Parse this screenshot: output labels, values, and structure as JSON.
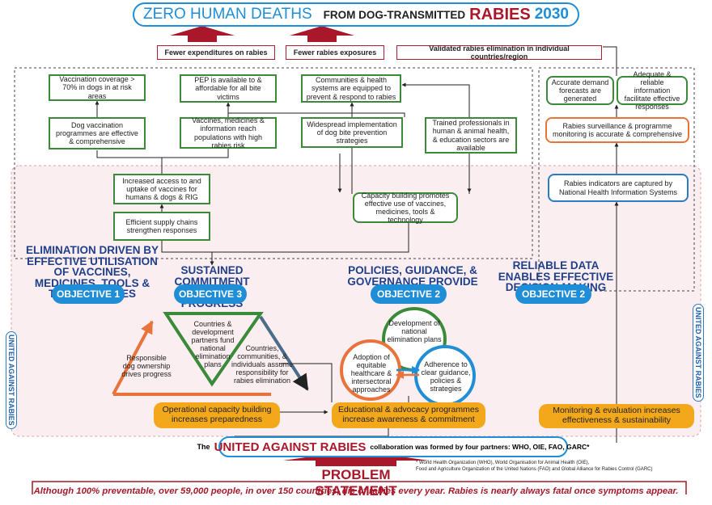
{
  "banner": {
    "left": "ZERO HUMAN DEATHS",
    "mid": "FROM DOG-TRANSMITTED",
    "rabies": "RABIES",
    "year": "2030"
  },
  "outcomes": {
    "fewer_expenditures": "Fewer expenditures on rabies",
    "fewer_exposures": "Fewer rabies exposures",
    "validated": "Validated rabies elimination in individual countries/region"
  },
  "boxes": {
    "vacc_coverage": "Vaccination coverage > 70% in dogs in at risk areas",
    "pep_available": "PEP is available to & affordable for all bite victims",
    "communities_equipped": "Communities & health systems are equipped to prevent & respond to rabies",
    "accurate_demand": "Accurate demand forecasts are generated",
    "adequate_info": "Adequate & reliable information facilitate effective responses",
    "dog_vacc_programmes": "Dog vaccination programmes are effective & comprehensive",
    "vaccines_reach": "Vaccines, medicines & information reach populations with high rabies risk",
    "bite_prevention": "Widespread implementation of dog bite prevention strategies",
    "trained_professionals": "Trained professionals in human & animal health, & education sectors are available",
    "surveillance": "Rabies surveillance & programme monitoring is accurate & comprehensive",
    "increased_access": "Increased access to and uptake of vaccines for humans & dogs & RIG",
    "supply_chains": "Efficient supply chains strengthen responses",
    "capacity_building": "Capacity building promotes effective use of vaccines, medicines, tools & technology",
    "indicators": "Rabies indicators are captured by National Health Information Systems"
  },
  "headings": {
    "h1": "ELIMINATION DRIVEN BY EFFECTIVE UTILISATION OF VACCINES, MEDICINES, TOOLS & TECHNOLOGIES",
    "h3": "SUSTAINED COMMITMENT DRIVES PROGRESS",
    "h2": "POLICIES, GUIDANCE, & GOVERNANCE PROVIDE SUPPORT",
    "h4": "RELIABLE DATA ENABLES EFFECTIVE DECISION-MAKING"
  },
  "objectives": {
    "o1": "OBJECTIVE 1",
    "o3": "OBJECTIVE 3",
    "o2a": "OBJECTIVE 2",
    "o2b": "OBJECTIVE 2"
  },
  "triangle": {
    "fund": "Countries & development partners fund national elimination plans",
    "responsibility": "Countries, communities, & individuals assume responsibility for rabies elimination",
    "ownership": "Responsible dog ownership drives progress"
  },
  "cycle": {
    "development": "Development of national elimination plans",
    "adoption": "Adoption of equitable healthcare & intersectoral approaches",
    "adherence": "Adherence to clear guidance, policies & strategies"
  },
  "pills": {
    "operational": "Operational capacity building increases preparedness",
    "educational": "Educational & advocacy programmes increase awareness & commitment",
    "monitoring": "Monitoring & evaluation increases effectiveness & sustainability"
  },
  "side_label": "UNITED AGAINST RABIES",
  "collab": {
    "the": "The",
    "uar": "UNITED AGAINST RABIES",
    "rest": "collaboration was formed by four partners: WHO, OIE, FAO, GARC*"
  },
  "footnote": {
    "line1": "* World Health Organization (WHO), World Organisation for Animal Health (OIE),",
    "line2": "Food and Agriculture Organization of the United Nations (FAO) and Global Alliance for Rabies Control (GARC)"
  },
  "problem": {
    "title": "PROBLEM STATEMENT",
    "text": "Although 100% preventable, over 59,000 people, in over 150 countries, die of rabies every year. Rabies is nearly always fatal once symptoms appear."
  },
  "colors": {
    "blue": "#1f8ed6",
    "navy": "#1f3f8a",
    "green": "#3a8a3a",
    "orange": "#f3a81c",
    "red": "#b01e2e"
  }
}
